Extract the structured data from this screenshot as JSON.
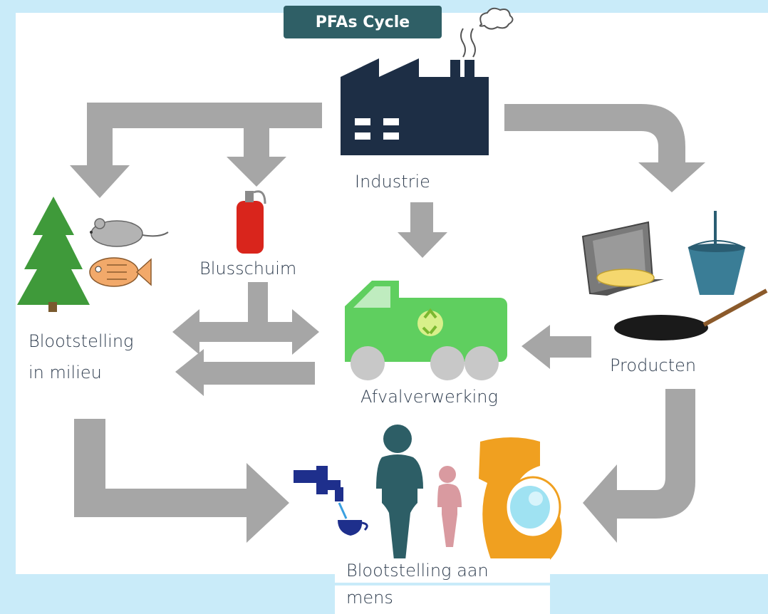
{
  "title": "PFAs Cycle",
  "labels": {
    "industrie": "Industrie",
    "blusschuim": "Blusschuim",
    "milieu_1": "Blootstelling",
    "milieu_2": "in milieu",
    "afval": "Afvalverwerking",
    "producten": "Producten",
    "mens_1": "Blootstelling aan",
    "mens_2": "mens"
  },
  "colors": {
    "background": "#c9ebf9",
    "panel": "#ffffff",
    "arrow": "#a6a6a6",
    "factory": "#1d2e45",
    "truck": "#5fcf5f",
    "title_box": "#2f5f66",
    "extinguisher": "#d9251c",
    "tree": "#3f9a3a",
    "human": "#2d5e66",
    "child": "#d99aa0",
    "pregnant": "#f0a020",
    "tap": "#1e2f8c"
  },
  "icons": [
    "factory-icon",
    "tree-icon",
    "mouse-icon",
    "fish-icon",
    "extinguisher-icon",
    "truck-icon",
    "recycle-icon",
    "laptop-icon",
    "bucket-icon",
    "pan-icon",
    "tap-icon",
    "adult-icon",
    "child-icon",
    "pregnant-icon"
  ]
}
